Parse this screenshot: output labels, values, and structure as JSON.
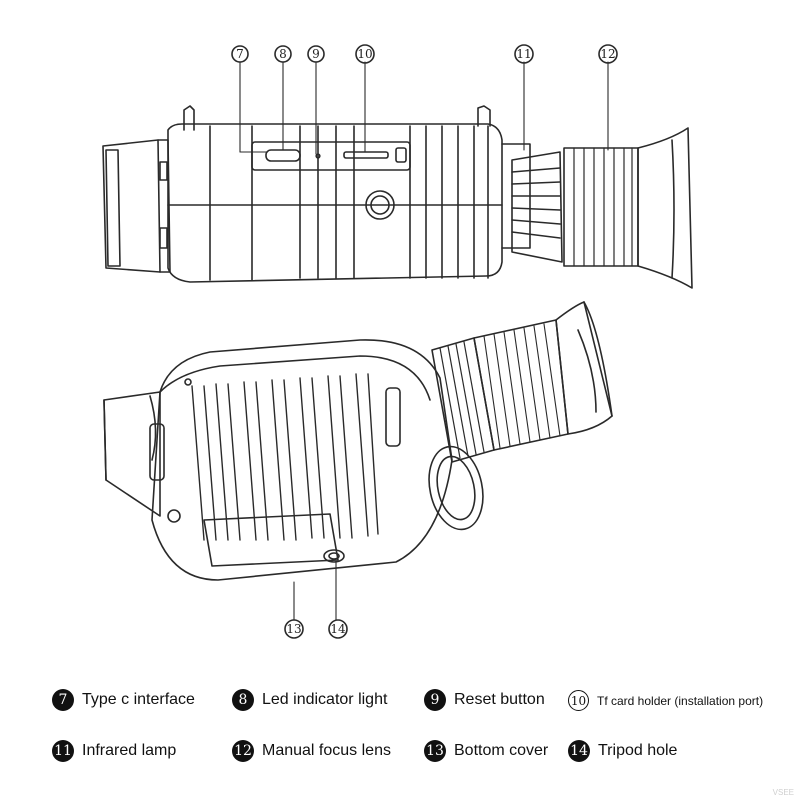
{
  "callouts": {
    "c7": "7",
    "c8": "8",
    "c9": "9",
    "c10": "10",
    "c11": "11",
    "c12": "12",
    "c13": "13",
    "c14": "14"
  },
  "legend": [
    {
      "num": "7",
      "label": "Type c interface"
    },
    {
      "num": "8",
      "label": "Led indicator light"
    },
    {
      "num": "9",
      "label": "Reset button"
    },
    {
      "num": "10",
      "label": "Tf card holder (installation port)"
    },
    {
      "num": "11",
      "label": "Infrared lamp"
    },
    {
      "num": "12",
      "label": "Manual focus lens"
    },
    {
      "num": "13",
      "label": "Bottom cover"
    },
    {
      "num": "14",
      "label": "Tripod hole"
    }
  ],
  "watermark": "VSEE"
}
